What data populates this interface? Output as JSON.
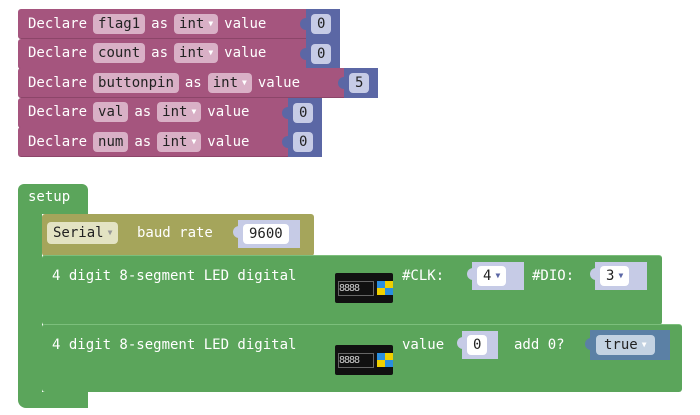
{
  "declarations": [
    {
      "keyword": "Declare",
      "name": "flag1",
      "as": "as",
      "type": "int",
      "value_label": "value",
      "value": "0"
    },
    {
      "keyword": "Declare",
      "name": "count",
      "as": "as",
      "type": "int",
      "value_label": "value",
      "value": "0"
    },
    {
      "keyword": "Declare",
      "name": "buttonpin",
      "as": "as",
      "type": "int",
      "value_label": "value",
      "value": "5"
    },
    {
      "keyword": "Declare",
      "name": "val",
      "as": "as",
      "type": "int",
      "value_label": "value",
      "value": "0"
    },
    {
      "keyword": "Declare",
      "name": "num",
      "as": "as",
      "type": "int",
      "value_label": "value",
      "value": "0"
    }
  ],
  "setup": {
    "label": "setup",
    "serial": {
      "port": "Serial",
      "label": "baud rate",
      "baud": "9600"
    },
    "led_init": {
      "label": "4 digit 8-segment LED digital",
      "clk_label": "#CLK:",
      "clk": "4",
      "dio_label": "#DIO:",
      "dio": "3",
      "display_digits": "8888"
    },
    "led_value": {
      "label": "4 digit 8-segment LED digital",
      "value_label": "value",
      "value": "0",
      "add0_label": "add 0?",
      "add0": "true",
      "display_digits": "8888"
    }
  },
  "colors": {
    "variables": "#a5557e",
    "math": "#5b67a5",
    "setup": "#5ba55b",
    "serial": "#a5a55b",
    "logic": "#5b80a5"
  }
}
